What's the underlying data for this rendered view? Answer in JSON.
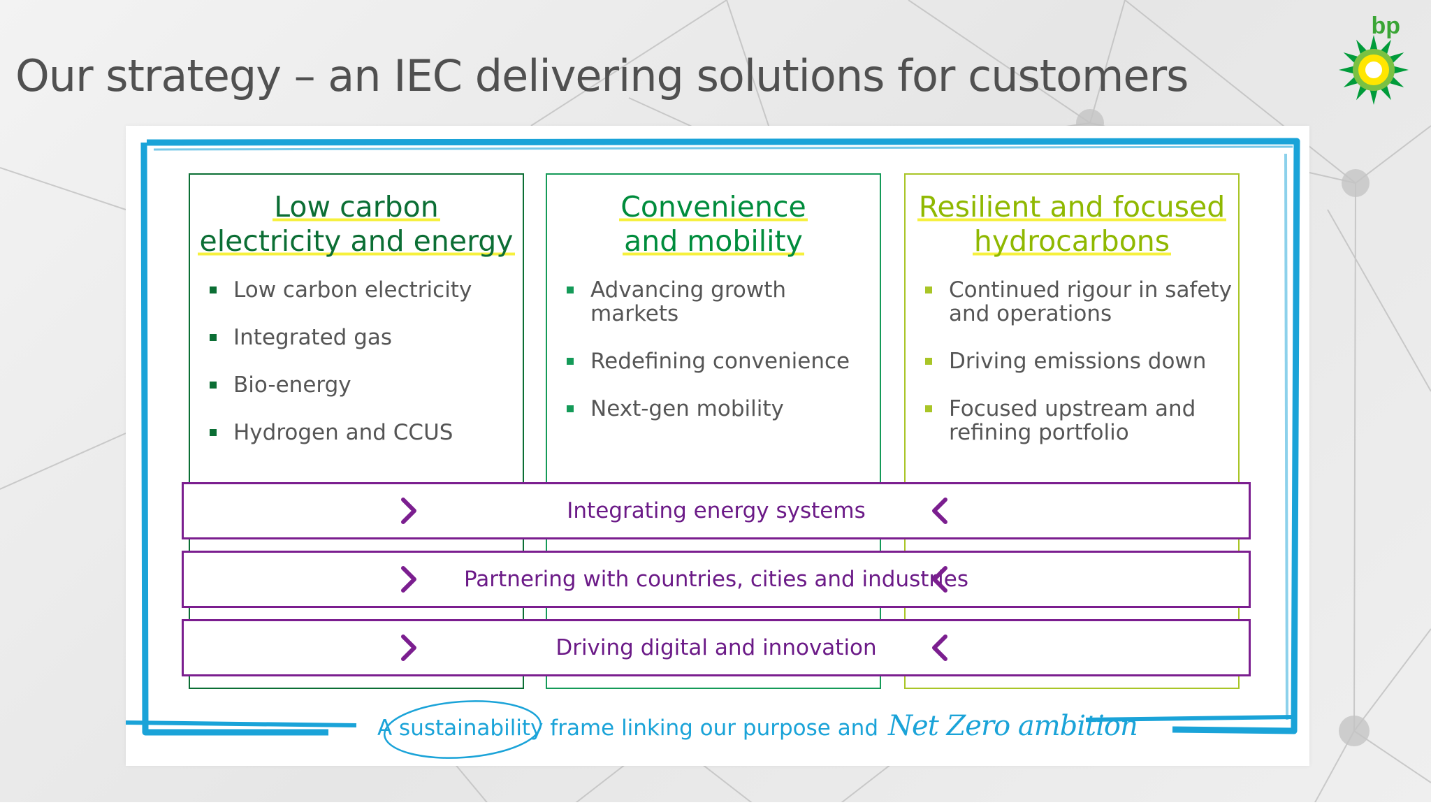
{
  "slide": {
    "title": "Our strategy – an IEC delivering solutions for customers",
    "logo_text": "bp"
  },
  "columns": [
    {
      "title_line1": "Low carbon",
      "title_line2": "electricity and energy",
      "bullets": [
        "Low carbon electricity",
        "Integrated gas",
        "Bio-energy",
        "Hydrogen and CCUS"
      ]
    },
    {
      "title_line1": "Convenience",
      "title_line2": "and mobility",
      "bullets": [
        "Advancing growth markets",
        "Redefining convenience",
        "Next-gen mobility"
      ]
    },
    {
      "title_line1": "Resilient and focused",
      "title_line2": "hydrocarbons",
      "bullets": [
        "Continued rigour in safety and operations",
        "Driving emissions down",
        "Focused upstream and refining portfolio"
      ]
    }
  ],
  "bands": [
    "Integrating energy systems",
    "Partnering with countries, cities and industries",
    "Driving digital and innovation"
  ],
  "footer": {
    "text": "A sustainability frame linking our purpose and",
    "ambition": "Net Zero ambition"
  },
  "colors": {
    "title_gray": "#505050",
    "frame_blue": "#1aa3d8",
    "dark_green": "#0b6e34",
    "mid_green": "#149a58",
    "lime": "#a9c527",
    "purple": "#7b1e8f",
    "highlight_yellow": "#f6f03c"
  },
  "icons": {
    "logo": "bp-helios-icon",
    "band_left": "chevron-right-icon",
    "band_right": "chevron-left-icon"
  }
}
